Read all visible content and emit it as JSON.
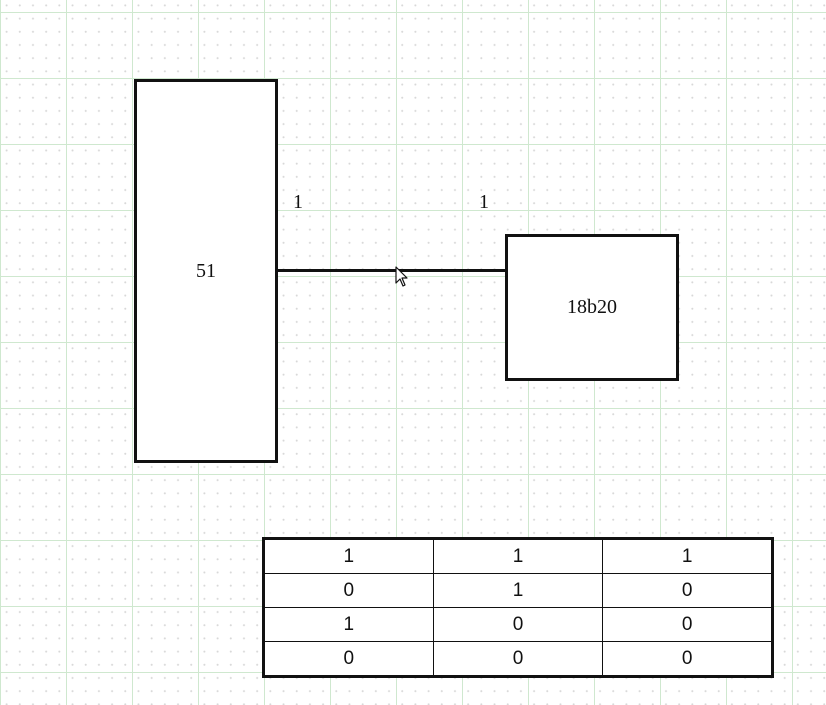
{
  "diagram": {
    "blocks": [
      {
        "id": "block-51",
        "label": "51"
      },
      {
        "id": "block-18b20",
        "label": "18b20"
      }
    ],
    "connector": {
      "from": "51",
      "to": "18b20",
      "multiplicity_left": "1",
      "multiplicity_right": "1"
    }
  },
  "table": {
    "rows": [
      [
        "1",
        "1",
        "1"
      ],
      [
        "0",
        "1",
        "0"
      ],
      [
        "1",
        "0",
        "0"
      ],
      [
        "0",
        "0",
        "0"
      ]
    ]
  }
}
